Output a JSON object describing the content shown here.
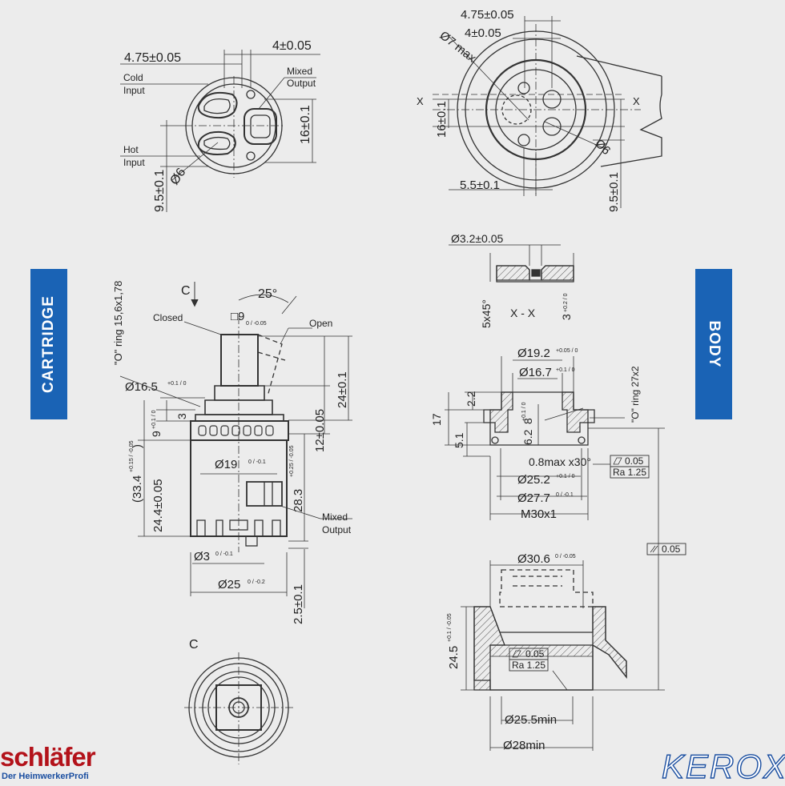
{
  "tabs": {
    "cartridge": "CARTRIDGE",
    "body": "BODY"
  },
  "brands": {
    "left_name": "schläfer",
    "left_tagline": "Der HeimwerkerProfi",
    "right_name": "KEROX"
  },
  "colors": {
    "tab_blue": "#1a63b5",
    "brand_red": "#b3121a",
    "line": "#333333"
  },
  "top_left": {
    "dim_a": "4.75±0.05",
    "dim_b": "4±0.05",
    "cold": "Cold",
    "cold_sub": "Input",
    "hot": "Hot",
    "hot_sub": "Input",
    "mixed": "Mixed",
    "mixed_sub": "Output",
    "dim_16": "16±0.1",
    "dim_95": "9.5±0.1",
    "dia6": "Ø6"
  },
  "top_right": {
    "dim_a": "4.75±0.05",
    "dim_b": "4±0.05",
    "dia7": "Ø7 max",
    "dim_16": "16±0.1",
    "dim_55": "5.5±0.1",
    "dim_95": "9.5±0.1",
    "dia6": "Ø6",
    "x": "X"
  },
  "section_xx": {
    "dia": "Ø3.2±0.05",
    "chamfer": "5x45°",
    "label": "X - X",
    "depth": "3",
    "depth_tol": "+0.2 / 0"
  },
  "cartridge": {
    "c": "C",
    "angle": "25°",
    "closed": "Closed",
    "open": "Open",
    "oring": "\"O\" ring 15,6x1,78",
    "sq9": "□9",
    "sq9_tol": "0 / -0.05",
    "d165": "Ø16.5",
    "d165_tol": "+0.1 / 0",
    "d19": "Ø19",
    "d19_tol": "0 / -0.1",
    "d3": "Ø3",
    "d3_tol": "0 / -0.1",
    "d25": "Ø25",
    "d25_tol": "0 / -0.2",
    "v3": "3",
    "v9": "9",
    "v9_tol": "+0.1 / 0",
    "v334": "(33.4",
    "v334_tol": "+0.15 / -0.05",
    "v334_close": ")",
    "v244": "24.4±0.05",
    "v24": "24±0.1",
    "v12": "12±0.05",
    "v283": "28.3",
    "v283_tol": "+0.25 / -0.05",
    "v25": "2.5±0.1",
    "mixed": "Mixed",
    "mixed_sub": "Output"
  },
  "body": {
    "d192": "Ø19.2",
    "d192_tol": "+0.05 / 0",
    "d167": "Ø16.7",
    "d167_tol": "+0.1 / 0",
    "v22": "2.2",
    "v17": "17",
    "v51": "5.1",
    "v62": "6.2",
    "v8": "8",
    "v8_tol": "+0.1 / 0",
    "oring": "\"O\" ring 27x2",
    "chamfer": "0.8max x30°",
    "flat1": "0.05",
    "ra1": "Ra 1.25",
    "d252": "Ø25.2",
    "d252_tol": "+0.1 / 0",
    "d277": "Ø27.7",
    "d277_tol": "0 / -0.1",
    "m30": "M30x1",
    "par": "0.05",
    "d306": "Ø30.6",
    "d306_tol": "0 / -0.05",
    "v245": "24.5",
    "v245_tol": "+0.1 / -0.05",
    "flat2": "0.05",
    "ra2": "Ra 1.25",
    "d255": "Ø25.5min",
    "d28": "Ø28min"
  },
  "view_c": {
    "label": "C"
  }
}
